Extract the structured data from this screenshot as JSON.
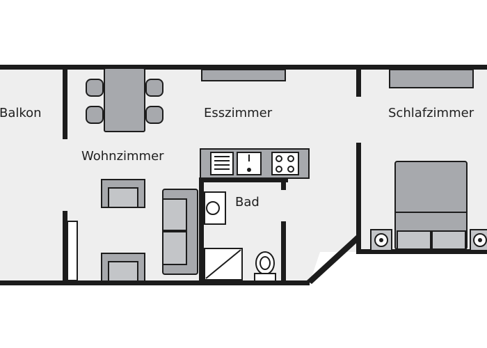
{
  "rooms": {
    "balkon": "Balkon",
    "wohnzimmer": "Wohnzimmer",
    "esszimmer": "Esszimmer",
    "bad": "Bad",
    "schlafzimmer": "Schlafzimmer"
  },
  "colors": {
    "wall": "#1c1c1c",
    "floor": "#eeeeee",
    "furniture": "#a7a9ad",
    "background": "#ffffff"
  }
}
